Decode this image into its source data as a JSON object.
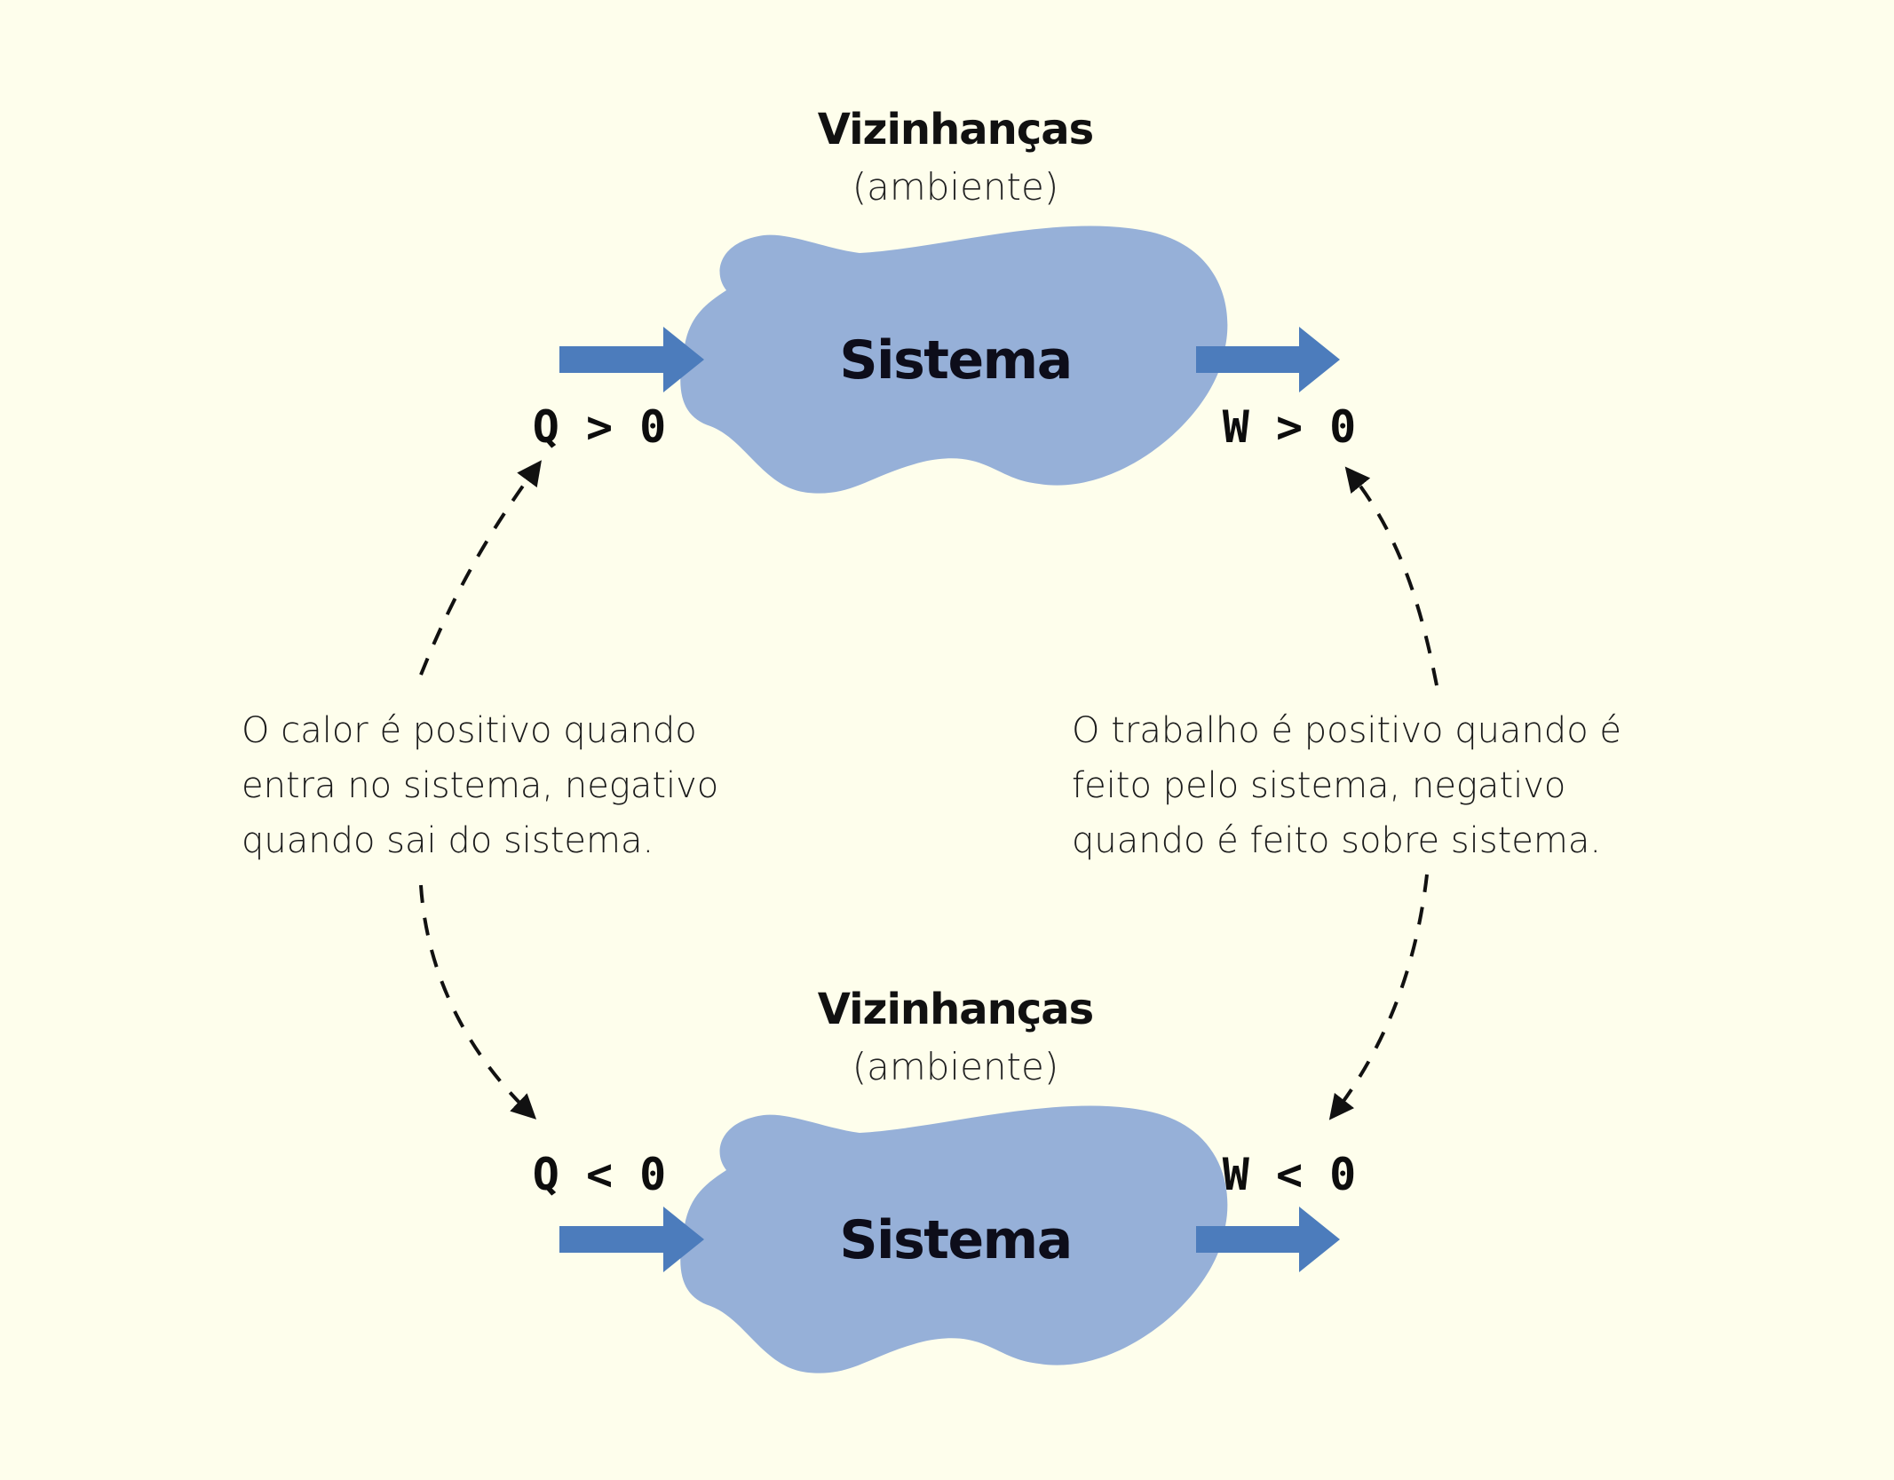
{
  "diagram": {
    "colors": {
      "background": "#fefeec",
      "cloud_fill": "#96b0d8",
      "arrow_fill": "#4c7cbc",
      "dashed_line": "#111111"
    },
    "top_panel": {
      "surroundings_title": "Vizinhanças",
      "surroundings_subtitle": "(ambiente)",
      "system_label": "Sistema",
      "heat_label": "Q > 0",
      "work_label": "W > 0"
    },
    "bottom_panel": {
      "surroundings_title": "Vizinhanças",
      "surroundings_subtitle": "(ambiente)",
      "system_label": "Sistema",
      "heat_label": "Q < 0",
      "work_label": "W < 0"
    },
    "heat_note": {
      "line1": "O calor é positivo quando",
      "line2": "entra no sistema, negativo",
      "line3": "quando sai do sistema."
    },
    "work_note": {
      "line1": "O trabalho é positivo quando é",
      "line2": "feito pelo sistema, negativo",
      "line3": "quando é feito sobre sistema."
    }
  }
}
